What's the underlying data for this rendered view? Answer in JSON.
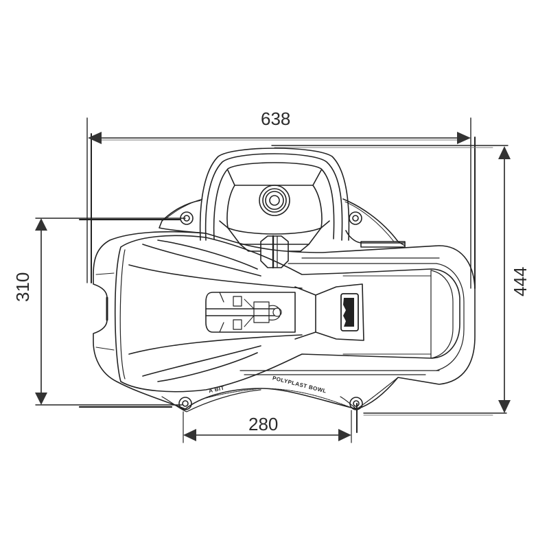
{
  "drawing": {
    "title": "Shower seat mounting plan view",
    "units": "mm",
    "colors": {
      "line": "#222222",
      "background": "#ffffff"
    },
    "dimensions": {
      "overall_width": {
        "label": "638",
        "orientation": "horizontal",
        "position": "top"
      },
      "overall_height": {
        "label": "444",
        "orientation": "vertical",
        "position": "right"
      },
      "mount_depth": {
        "label": "310",
        "orientation": "vertical",
        "position": "left"
      },
      "mount_spacing": {
        "label": "280",
        "orientation": "horizontal",
        "position": "bottom"
      }
    },
    "embossing": {
      "brand_text": "POLYPLAST BOWL",
      "logo_text": "A BIT"
    },
    "features": [
      "rear-drain-bowl",
      "seat-pad",
      "center-handle-slot",
      "latch-block",
      "mounting-hole-rear-left",
      "mounting-hole-rear-right",
      "mounting-hole-front-left",
      "mounting-hole-front-right"
    ]
  }
}
